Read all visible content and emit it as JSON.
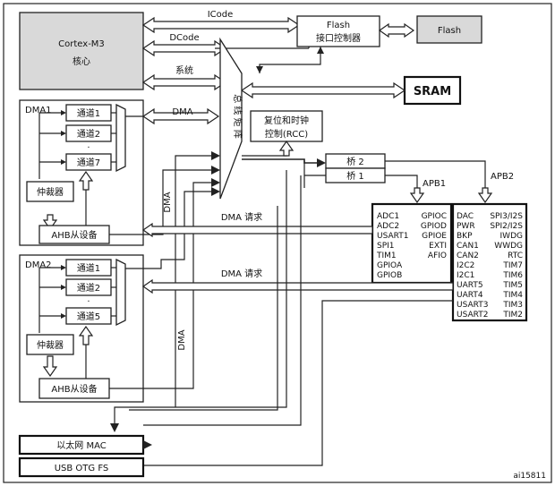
{
  "cortex": {
    "name": "Cortex-M3",
    "sub": "核心"
  },
  "buses": {
    "icode": "ICode",
    "dcode": "DCode",
    "system": "系统",
    "dma_bus": "DMA"
  },
  "flash_if": {
    "title": "Flash",
    "sub": "接口控制器"
  },
  "flash": "Flash",
  "sram": "SRAM",
  "matrix": "总 线 矩 阵",
  "rcc": {
    "title": "复位和时钟",
    "sub": "控制(RCC)"
  },
  "dma1": {
    "title": "DMA1",
    "channels": [
      "通道1",
      "通道2",
      "通道7"
    ],
    "arbiter": "仲裁器",
    "slave": "AHB从设备",
    "dots": "·"
  },
  "dma2": {
    "title": "DMA2",
    "channels": [
      "通道1",
      "通道2",
      "通道5"
    ],
    "arbiter": "仲裁器",
    "slave": "AHB从设备",
    "dots": "·"
  },
  "bridge2": "桥 2",
  "bridge1": "桥 1",
  "apb1_label": "APB1",
  "apb2_label": "APB2",
  "dma_vertical_1": "DMA",
  "dma_vertical_2": "DMA",
  "dma_request_1": "DMA  请求",
  "dma_request_2": "DMA  请求",
  "apb1_peripherals": {
    "col1": [
      "ADC1",
      "ADC2",
      "USART1",
      "SPI1",
      "TIM1",
      "GPIOA",
      "GPIOB"
    ],
    "col2": [
      "GPIOC",
      "GPIOD",
      "GPIOE",
      "EXTI",
      "AFIO"
    ]
  },
  "apb2_peripherals": {
    "col1": [
      "DAC",
      "PWR",
      "BKP",
      "CAN1",
      "CAN2",
      "I2C2",
      "I2C1",
      "UART5",
      "UART4",
      "USART3",
      "USART2"
    ],
    "col2": [
      "SPI3/I2S",
      "SPI2/I2S",
      "IWDG",
      "WWDG",
      "RTC",
      "TIM7",
      "TIM6",
      "TIM5",
      "TIM4",
      "TIM3",
      "TIM2"
    ]
  },
  "ethernet": "以太网 MAC",
  "usb": "USB OTG FS",
  "figure_id": "ai15811"
}
